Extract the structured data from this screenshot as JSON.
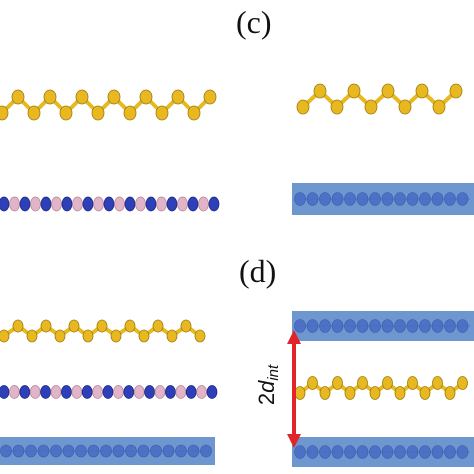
{
  "panels": {
    "c": {
      "label": "(c)"
    },
    "d": {
      "label": "(d)"
    }
  },
  "annotation": {
    "coefficient": "2",
    "symbol": "d",
    "subscript": "int"
  },
  "colors": {
    "background": "#ffffff",
    "puckered_atom": "#e8b820",
    "puckered_atom_edge": "#a07c10",
    "blue_atom": "#2e3fb8",
    "pink_atom": "#e2b4c8",
    "substrate_slab": "#6f97cf",
    "substrate_atom": "#4a6dc4",
    "arrow": "#e0242a"
  },
  "icons": {
    "arrow": "double-headed-vertical-arrow"
  }
}
